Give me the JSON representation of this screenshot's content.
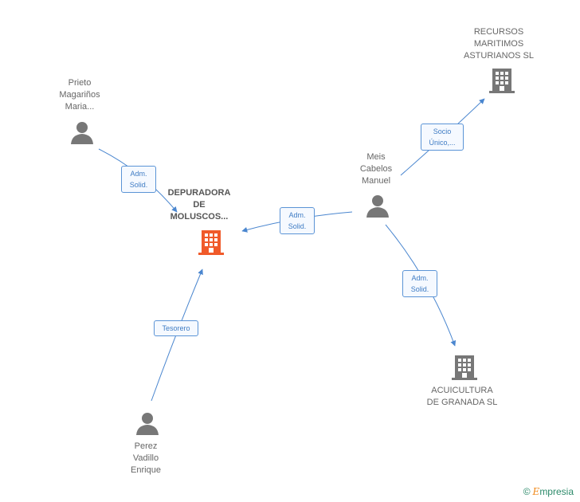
{
  "nodes": {
    "main": {
      "label": "DEPURADORA\nDE\nMOLUSCOS...",
      "icon": "building-icon",
      "color": "#f05a2a"
    },
    "recursos": {
      "label": "RECURSOS\nMARITIMOS\nASTURIANOS SL",
      "icon": "building-icon",
      "color": "#777777"
    },
    "acuicultura": {
      "label": "ACUICULTURA\nDE GRANADA SL",
      "icon": "building-icon",
      "color": "#777777"
    },
    "prieto": {
      "label": "Prieto\nMagariños\nMaria...",
      "icon": "person-icon",
      "color": "#777777"
    },
    "meis": {
      "label": "Meis\nCabelos\nManuel",
      "icon": "person-icon",
      "color": "#777777"
    },
    "perez": {
      "label": "Perez\nVadillo\nEnrique",
      "icon": "person-icon",
      "color": "#777777"
    }
  },
  "edges": {
    "prieto_main": "Adm.\nSolid.",
    "meis_main": "Adm.\nSolid.",
    "meis_recursos": "Socio\nÚnico,...",
    "meis_acuicultura": "Adm.\nSolid.",
    "perez_main": "Tesorero"
  },
  "colors": {
    "edge": "#4a86cf"
  },
  "brand": {
    "copyright": "©",
    "name": "mpresia",
    "initial": "E"
  }
}
